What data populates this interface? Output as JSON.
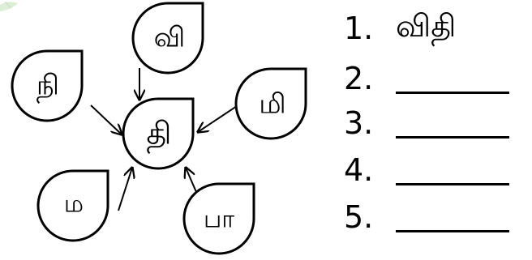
{
  "diagram": {
    "center": {
      "label": "தி"
    },
    "prefixes": [
      {
        "label": "வி"
      },
      {
        "label": "நி"
      },
      {
        "label": "மி"
      },
      {
        "label": "ம"
      },
      {
        "label": "பா"
      }
    ]
  },
  "word_list": [
    {
      "number": "1.",
      "word": "விதி"
    },
    {
      "number": "2.",
      "word": ""
    },
    {
      "number": "3.",
      "word": ""
    },
    {
      "number": "4.",
      "word": ""
    },
    {
      "number": "5.",
      "word": ""
    }
  ]
}
